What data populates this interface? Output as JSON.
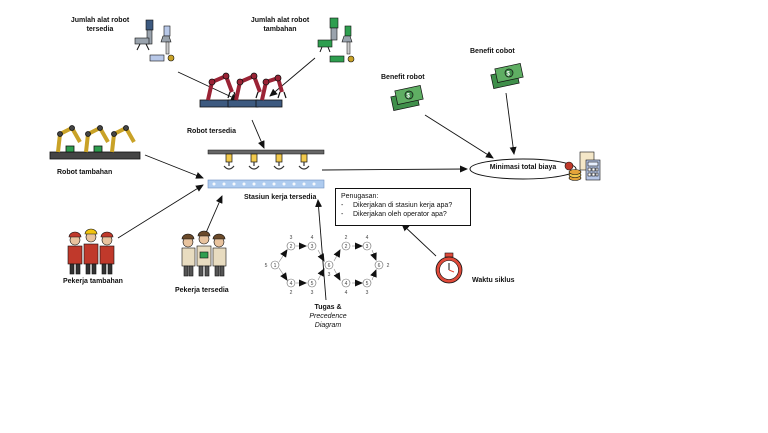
{
  "labels": {
    "jumlah_robot_tersedia": [
      "Jumlah alat robot",
      "tersedia"
    ],
    "jumlah_robot_tambahan": [
      "Jumlah alat robot",
      "tambahan"
    ],
    "robot_tersedia": "Robot tersedia",
    "robot_tambahan": "Robot tambahan",
    "stasiun": "Stasiun kerja tersedia",
    "pekerja_tambahan": "Pekerja tambahan",
    "pekerja_tersedia": "Pekerja tersedia",
    "tugas": "Tugas &",
    "precedence": "Precedence",
    "diagram": "Diagram",
    "waktu_siklus": "Waktu siklus",
    "benefit_robot": "Benefit robot",
    "benefit_cobot": "Benefit cobot",
    "minimasi": "Minimasi total biaya"
  },
  "assignment": {
    "title": "Penugasan:",
    "items": [
      "Dikerjakan di stasiun kerja apa?",
      "Dikerjakan oleh operator apa?"
    ],
    "bullet": "-"
  },
  "precedence_nodes": [
    {
      "id": "1",
      "t": "5"
    },
    {
      "id": "2",
      "t": "3"
    },
    {
      "id": "3",
      "t": "4"
    },
    {
      "id": "4",
      "t": "2"
    },
    {
      "id": "5",
      "t": "3"
    },
    {
      "id": "6",
      "t": "3"
    },
    {
      "id": "2",
      "t": "2"
    },
    {
      "id": "3",
      "t": "4"
    },
    {
      "id": "4",
      "t": "4"
    },
    {
      "id": "5",
      "t": "3"
    },
    {
      "id": "6",
      "t": "2"
    }
  ],
  "colors": {
    "robot_arm": "#9b2335",
    "robot_arm_accent": "#3d5a80",
    "robot_green": "#2e9e4f",
    "robot_gold": "#c9a227",
    "worker_red": "#c0392b",
    "worker_cream": "#e8dcc0",
    "money_green": "#3f8f4a",
    "conveyor_blue": "#aecbef",
    "timer_red": "#e04a3a"
  }
}
